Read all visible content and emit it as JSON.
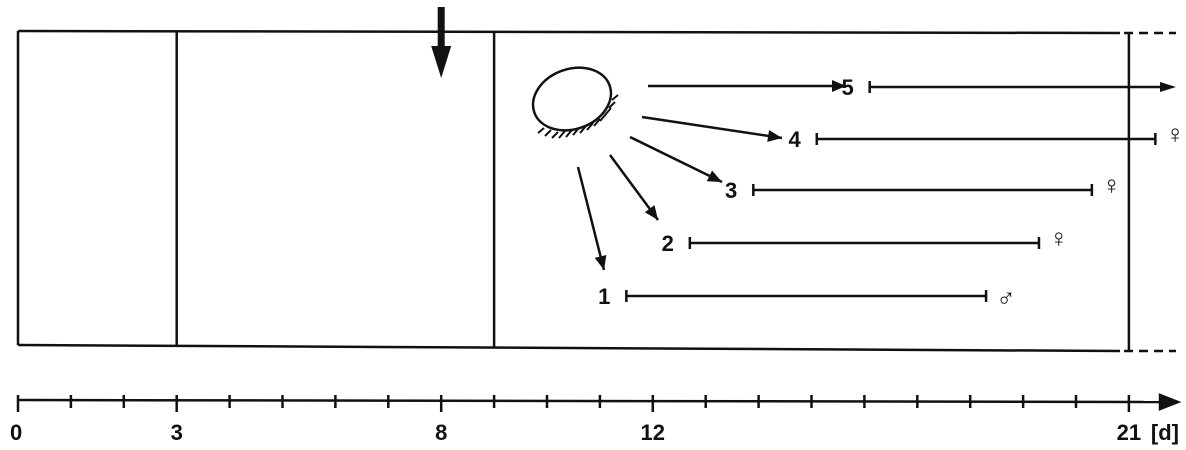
{
  "colors": {
    "ink": "#111111",
    "paper": "#ffffff"
  },
  "axis": {
    "min": 0,
    "max": 22,
    "unit_label": "[d]",
    "tick_values": [
      0,
      1,
      2,
      3,
      4,
      5,
      6,
      7,
      8,
      9,
      10,
      11,
      12,
      13,
      14,
      15,
      16,
      17,
      18,
      19,
      20,
      21
    ],
    "tick_labels": [
      {
        "value": 0,
        "text": "0"
      },
      {
        "value": 3,
        "text": "3"
      },
      {
        "value": 8,
        "text": "8"
      },
      {
        "value": 12,
        "text": "12"
      },
      {
        "value": 21,
        "text": "21"
      }
    ]
  },
  "phases": {
    "dividers": [
      3,
      9
    ],
    "end": 21,
    "open_ended": true,
    "marker_day": 8
  },
  "offspring": [
    {
      "label": "1",
      "start": 11.5,
      "end": 18.3,
      "sex_symbol": "♂",
      "sex": "male"
    },
    {
      "label": "2",
      "start": 12.7,
      "end": 19.3,
      "sex_symbol": "♀",
      "sex": "female"
    },
    {
      "label": "3",
      "start": 13.9,
      "end": 20.3,
      "sex_symbol": "♀",
      "sex": "female"
    },
    {
      "label": "4",
      "start": 15.1,
      "end": 21.5,
      "sex_symbol": "♀",
      "sex": "female"
    },
    {
      "label": "5",
      "start": 16.1,
      "end": null,
      "sex_symbol": "",
      "sex": "continuing"
    }
  ]
}
